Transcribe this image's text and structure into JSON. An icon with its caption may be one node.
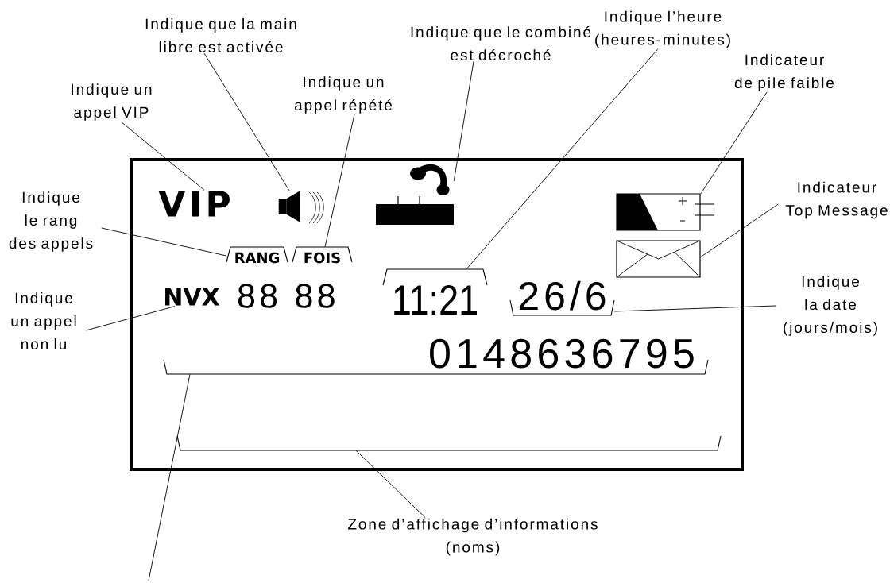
{
  "diagram": {
    "nodes": [
      {
        "text": [
          "Indique un appel VIP"
        ]
      },
      {
        "text": [
          "Indique que la main libre est activée"
        ]
      },
      {
        "text": [
          "Indique un appel répété"
        ]
      },
      {
        "text": [
          "Indique que le combiné est décroché"
        ]
      },
      {
        "text": [
          "Indique l’heure (heures-minutes)"
        ]
      },
      {
        "text": [
          "Indicateur de pile faible"
        ]
      },
      {
        "text": [],
        "shape": "box"
      },
      {
        "text": [
          "VIP"
        ],
        "in": 6
      },
      {
        "text": [],
        "shape": "picture",
        "in": 6
      },
      {
        "text": [],
        "shape": "picture",
        "in": 6
      },
      {
        "text": [],
        "shape": "picture",
        "in": 6
      },
      {
        "text": [],
        "shape": "picture",
        "in": 6
      },
      {
        "text": [
          "RANG"
        ],
        "in": 6
      },
      {
        "text": [
          "FOIS"
        ],
        "in": 6
      },
      {
        "text": [
          "NVX"
        ],
        "in": 6
      },
      {
        "text": [
          "11:21"
        ],
        "in": 6
      },
      {
        "text": [
          "26/6"
        ],
        "in": 6
      },
      {
        "text": [
          "0148636795"
        ],
        "in": 6
      },
      {
        "text": [],
        "shape": "bracket",
        "in": 6
      },
      {
        "text": [
          "Indique le rang des appels"
        ]
      },
      {
        "text": [
          "Indique un appel non lu"
        ]
      },
      {
        "text": [
          "Indicateur Top Message"
        ]
      },
      {
        "text": [
          "Indique la date (jours/mois)"
        ]
      },
      {
        "text": [
          "Zone d’affichage d’informations (noms)"
        ]
      }
    ],
    "edges": [
      {
        "from": 0,
        "to": 7,
        "arrow": "none"
      },
      {
        "from": 1,
        "to": 8,
        "arrow": "none"
      },
      {
        "from": 2,
        "to": 13,
        "arrow": "none"
      },
      {
        "from": 3,
        "to": 9,
        "arrow": "none"
      },
      {
        "from": 4,
        "to": 15,
        "arrow": "none"
      },
      {
        "from": 5,
        "to": 10,
        "arrow": "none"
      },
      {
        "from": 19,
        "to": 12,
        "arrow": "none"
      },
      {
        "from": 20,
        "to": 14,
        "arrow": "none"
      },
      {
        "from": 21,
        "to": 11,
        "arrow": "none"
      },
      {
        "from": 22,
        "to": 16,
        "arrow": "none"
      },
      {
        "from": 23,
        "to": 18,
        "arrow": "none"
      },
      {
        "from": null,
        "to": 17,
        "arrow": "none"
      }
    ],
    "labels": [
      "88",
      "88"
    ]
  }
}
